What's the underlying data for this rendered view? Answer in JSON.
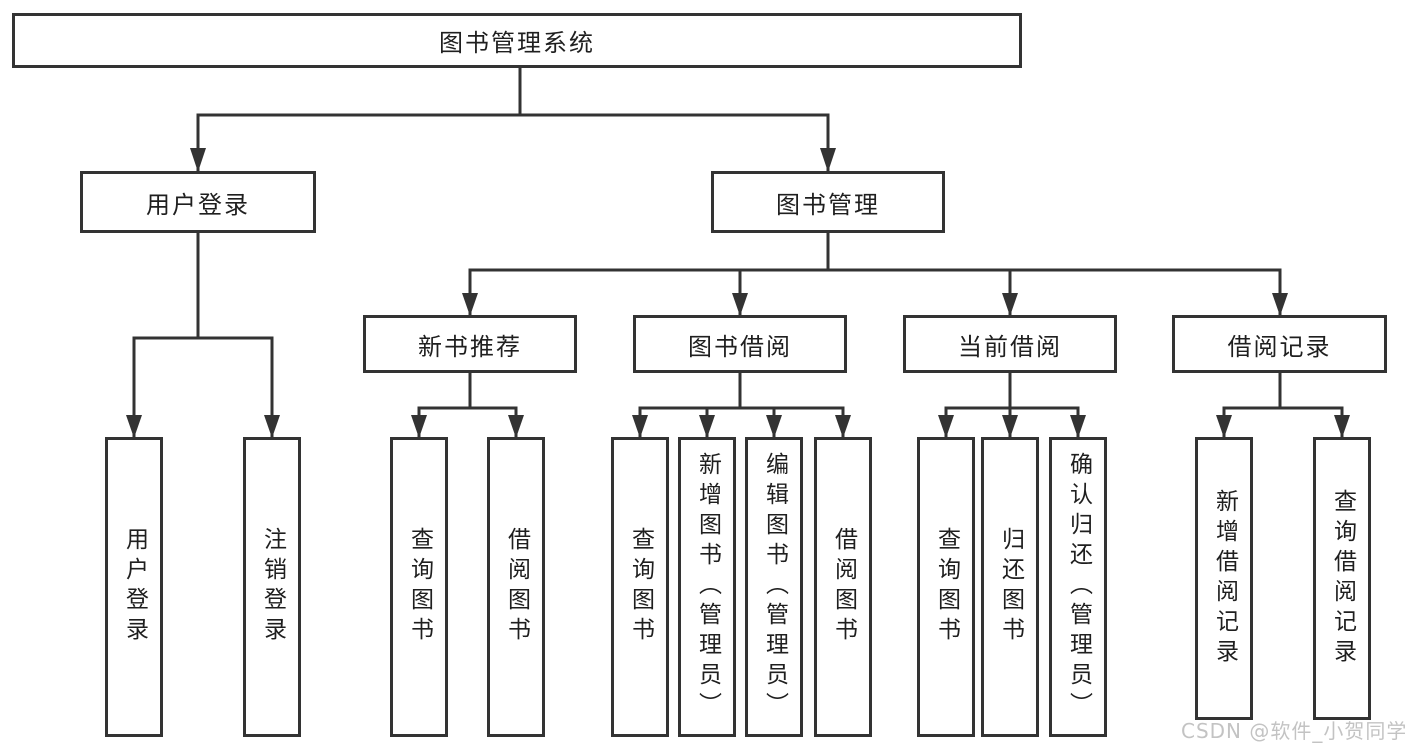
{
  "diagram": {
    "title": "图书管理系统",
    "colors": {
      "line": "#333333",
      "text": "#1f1f1f",
      "background": "#ffffff",
      "watermark": "#bdbdbd"
    },
    "tree": {
      "label": "图书管理系统",
      "children": [
        {
          "label": "用户登录",
          "children": [
            {
              "label": "用户登录"
            },
            {
              "label": "注销登录"
            }
          ]
        },
        {
          "label": "图书管理",
          "children": [
            {
              "label": "新书推荐",
              "children": [
                {
                  "label": "查询图书"
                },
                {
                  "label": "借阅图书"
                }
              ]
            },
            {
              "label": "图书借阅",
              "children": [
                {
                  "label": "查询图书"
                },
                {
                  "label": "新增图书（管理员）"
                },
                {
                  "label": "编辑图书（管理员）"
                },
                {
                  "label": "借阅图书"
                }
              ]
            },
            {
              "label": "当前借阅",
              "children": [
                {
                  "label": "查询图书"
                },
                {
                  "label": "归还图书"
                },
                {
                  "label": "确认归还（管理员）"
                }
              ]
            },
            {
              "label": "借阅记录",
              "children": [
                {
                  "label": "新增借阅记录"
                },
                {
                  "label": "查询借阅记录"
                }
              ]
            }
          ]
        }
      ]
    },
    "watermark": "CSDN @软件_小贺同学"
  }
}
